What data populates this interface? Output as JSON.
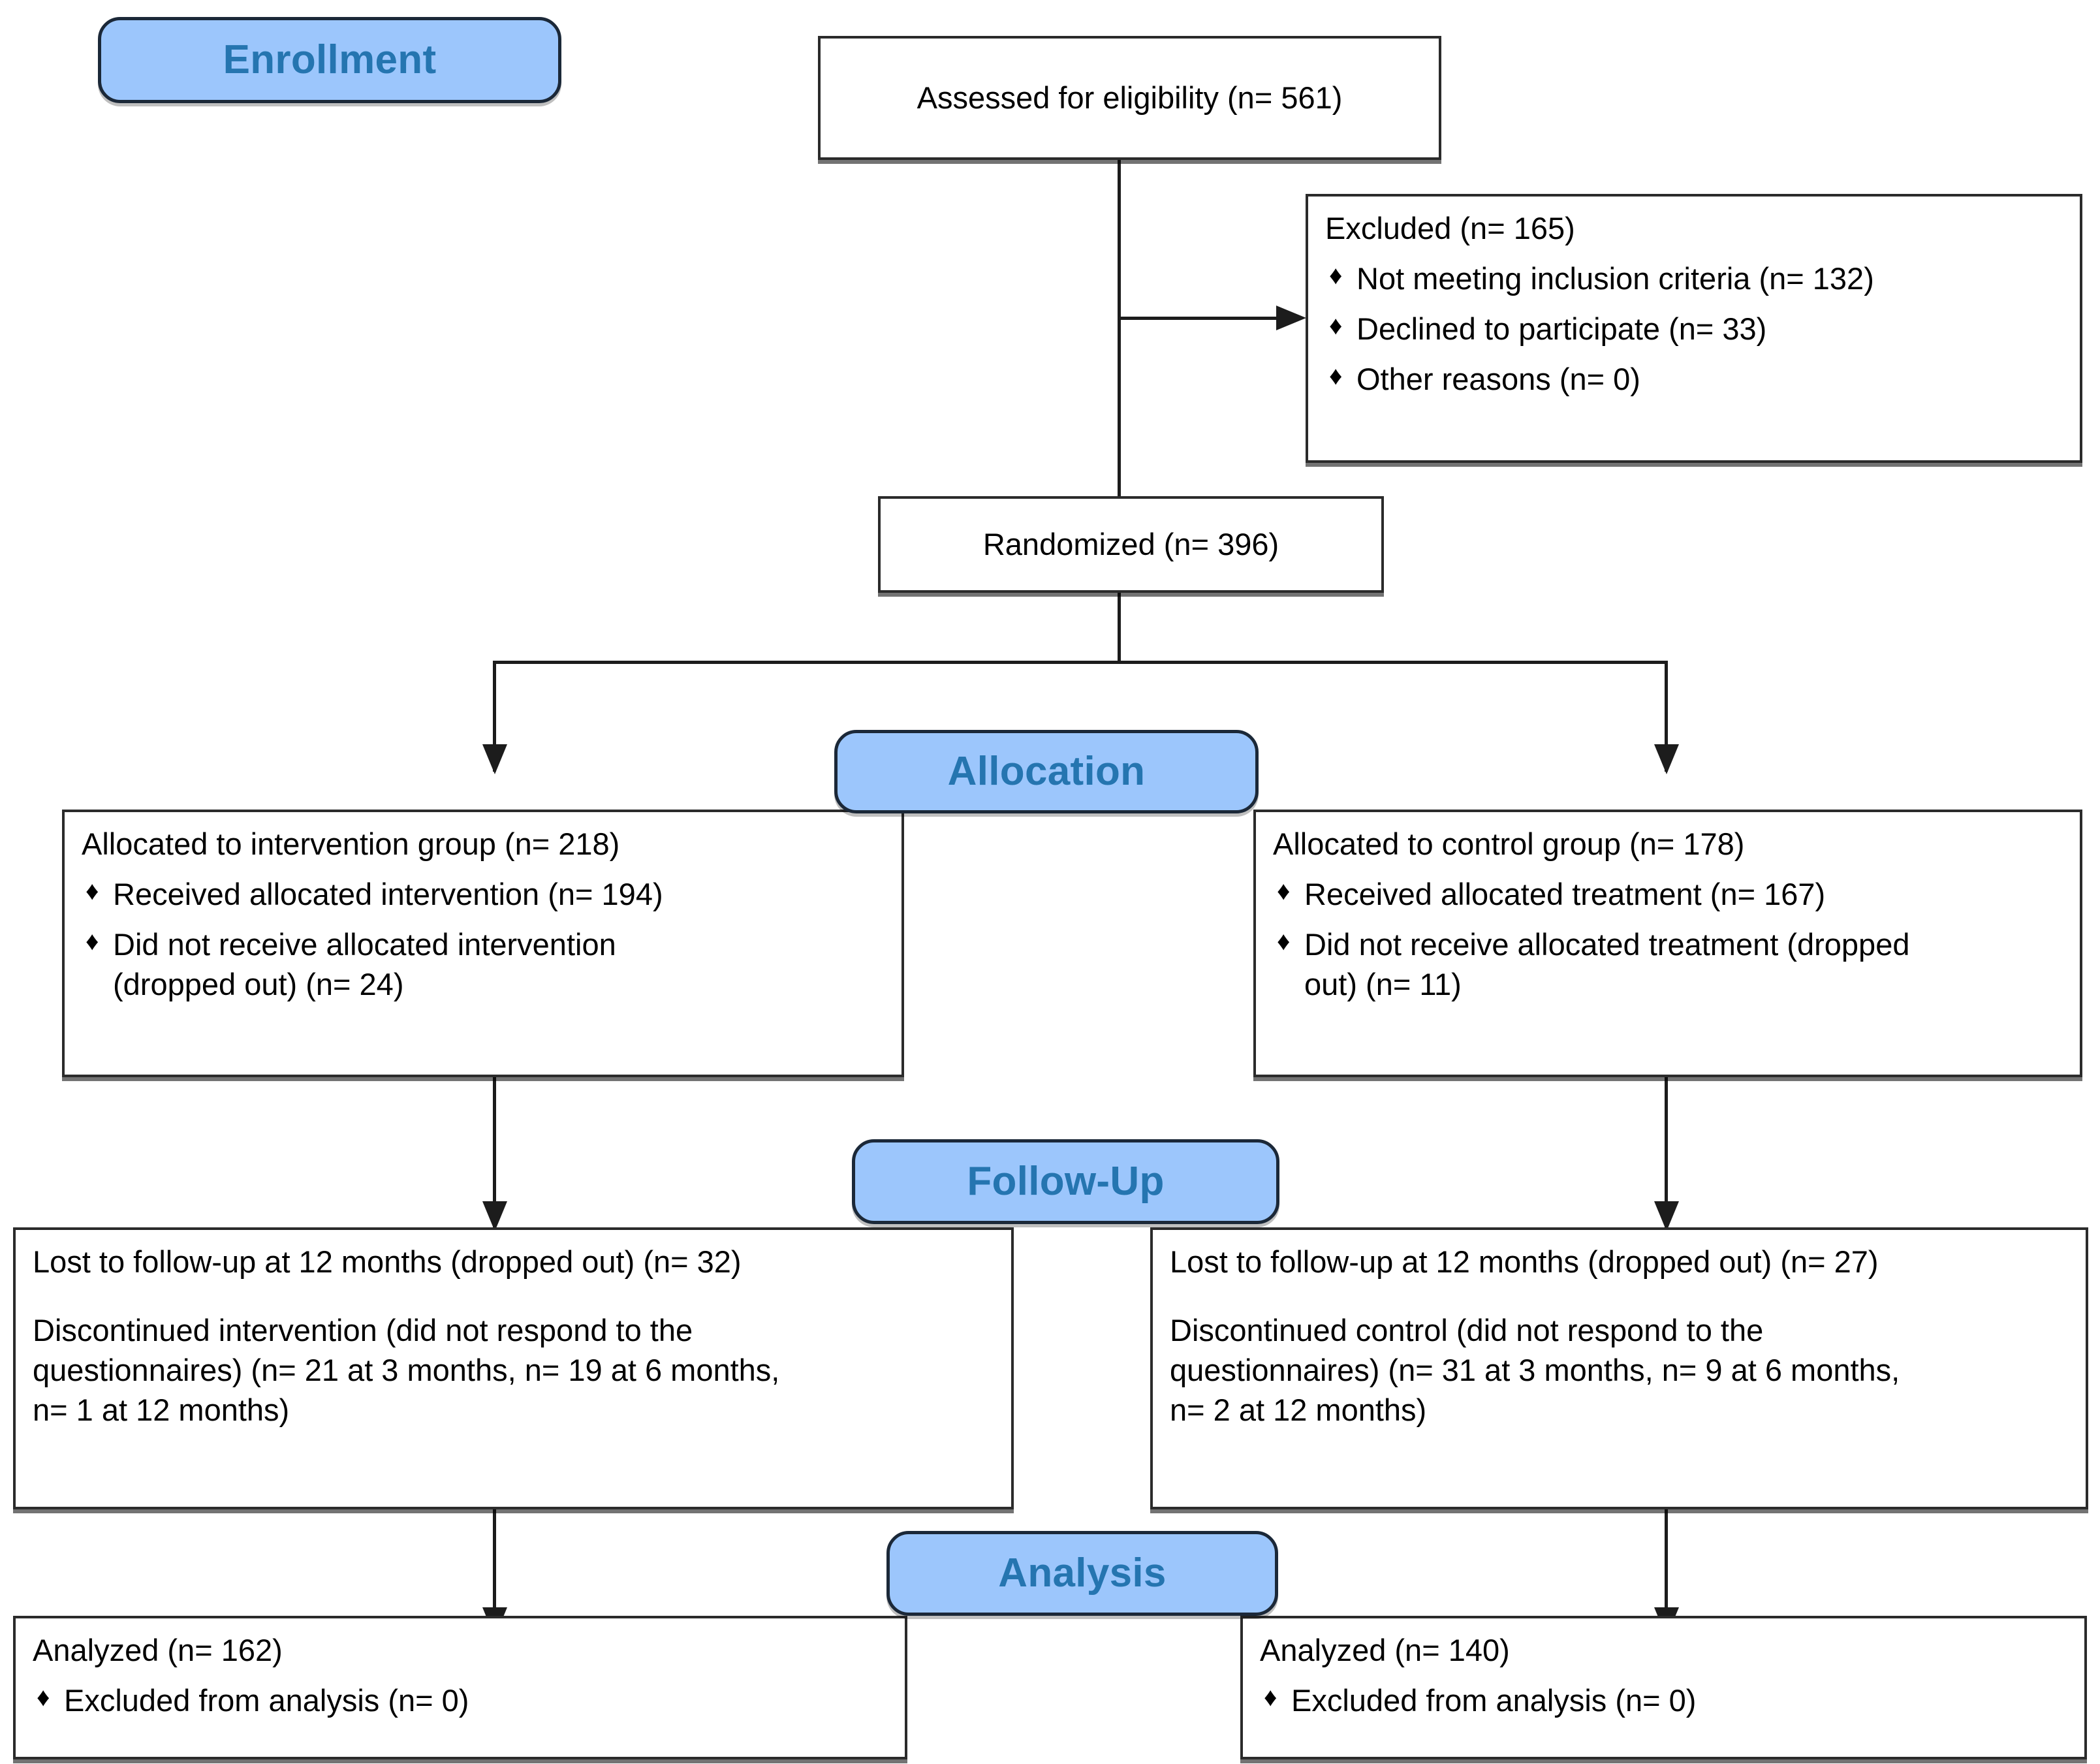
{
  "diagram": {
    "title": "CONSORT participant flow diagram",
    "accent_blue_fill": "#9CC6FC",
    "accent_blue_text": "#2575B0",
    "box_border": "#2b2b2b",
    "bullet_glyph": "♦"
  },
  "stages": {
    "enrollment": "Enrollment",
    "allocation": "Allocation",
    "followup": "Follow-Up",
    "analysis": "Analysis"
  },
  "enrollment": {
    "assessed": "Assessed for eligibility (n= 561)",
    "excluded_title": "Excluded (n= 165)",
    "excluded_reasons": [
      "Not meeting inclusion criteria (n= 132)",
      "Declined to participate (n= 33)",
      "Other reasons (n= 0)"
    ],
    "randomized": "Randomized (n= 396)"
  },
  "allocation": {
    "intervention": {
      "heading": "Allocated to intervention group (n= 218)",
      "items": [
        "Received allocated intervention (n= 194)",
        "Did not receive allocated intervention\n(dropped out) (n= 24)"
      ]
    },
    "control": {
      "heading": "Allocated to control group (n= 178)",
      "items": [
        "Received allocated treatment (n= 167)",
        "Did not receive allocated treatment (dropped\nout) (n= 11)"
      ]
    }
  },
  "followup": {
    "intervention": {
      "lost": "Lost to follow-up at 12 months (dropped out) (n= 32)",
      "discontinued": "Discontinued intervention (did not respond to the\nquestionnaires) (n= 21 at 3 months, n= 19 at 6 months,\nn= 1 at 12 months)"
    },
    "control": {
      "lost": "Lost to follow-up at 12 months (dropped out) (n= 27)",
      "discontinued": "Discontinued control (did not respond to the\nquestionnaires) (n= 31 at 3 months, n= 9 at 6 months,\nn= 2 at 12 months)"
    }
  },
  "analysis": {
    "intervention": {
      "heading": "Analyzed (n= 162)",
      "items": [
        "Excluded from analysis (n= 0)"
      ]
    },
    "control": {
      "heading": "Analyzed (n= 140)",
      "items": [
        "Excluded from analysis (n= 0)"
      ]
    }
  }
}
